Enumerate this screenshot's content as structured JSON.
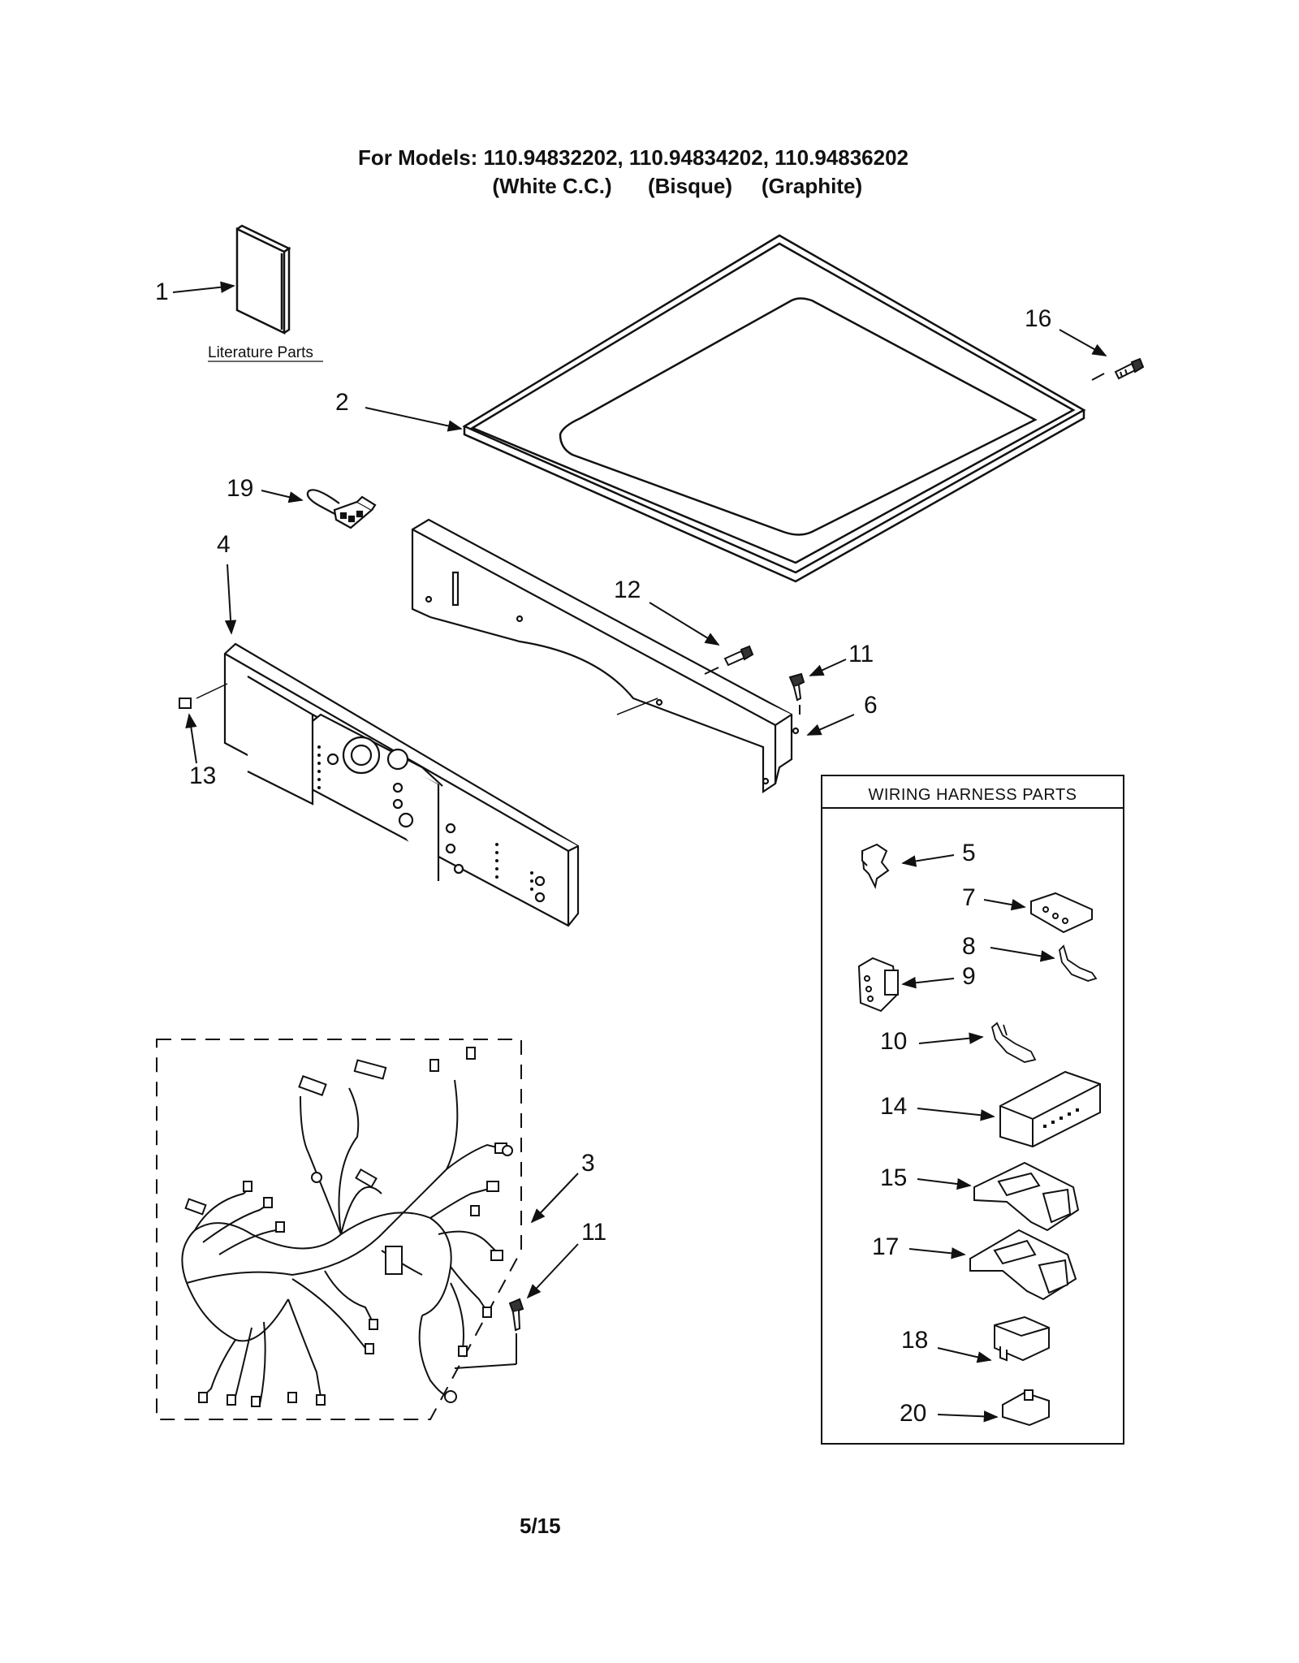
{
  "header": {
    "models_line": "For Models: 110.94832202, 110.94834202, 110.94836202",
    "variants": [
      "(White C.C.)",
      "(Bisque)",
      "(Graphite)"
    ]
  },
  "literature_label": "Literature Parts",
  "wiring_box_title": "WIRING HARNESS PARTS",
  "callouts": {
    "c1": "1",
    "c2": "2",
    "c3": "3",
    "c4": "4",
    "c5": "5",
    "c6": "6",
    "c7": "7",
    "c8": "8",
    "c9": "9",
    "c10": "10",
    "c11a": "11",
    "c11b": "11",
    "c12": "12",
    "c13": "13",
    "c14": "14",
    "c15": "15",
    "c16": "16",
    "c17": "17",
    "c18": "18",
    "c19": "19",
    "c20": "20"
  },
  "page_number": "5/15",
  "icons": [
    "literature-booklet-icon",
    "top-panel-icon",
    "screw-icon",
    "harness-clip-icon",
    "console-icon",
    "console-bracket-icon",
    "wire-harness-icon",
    "connector-icon",
    "terminal-icon"
  ]
}
